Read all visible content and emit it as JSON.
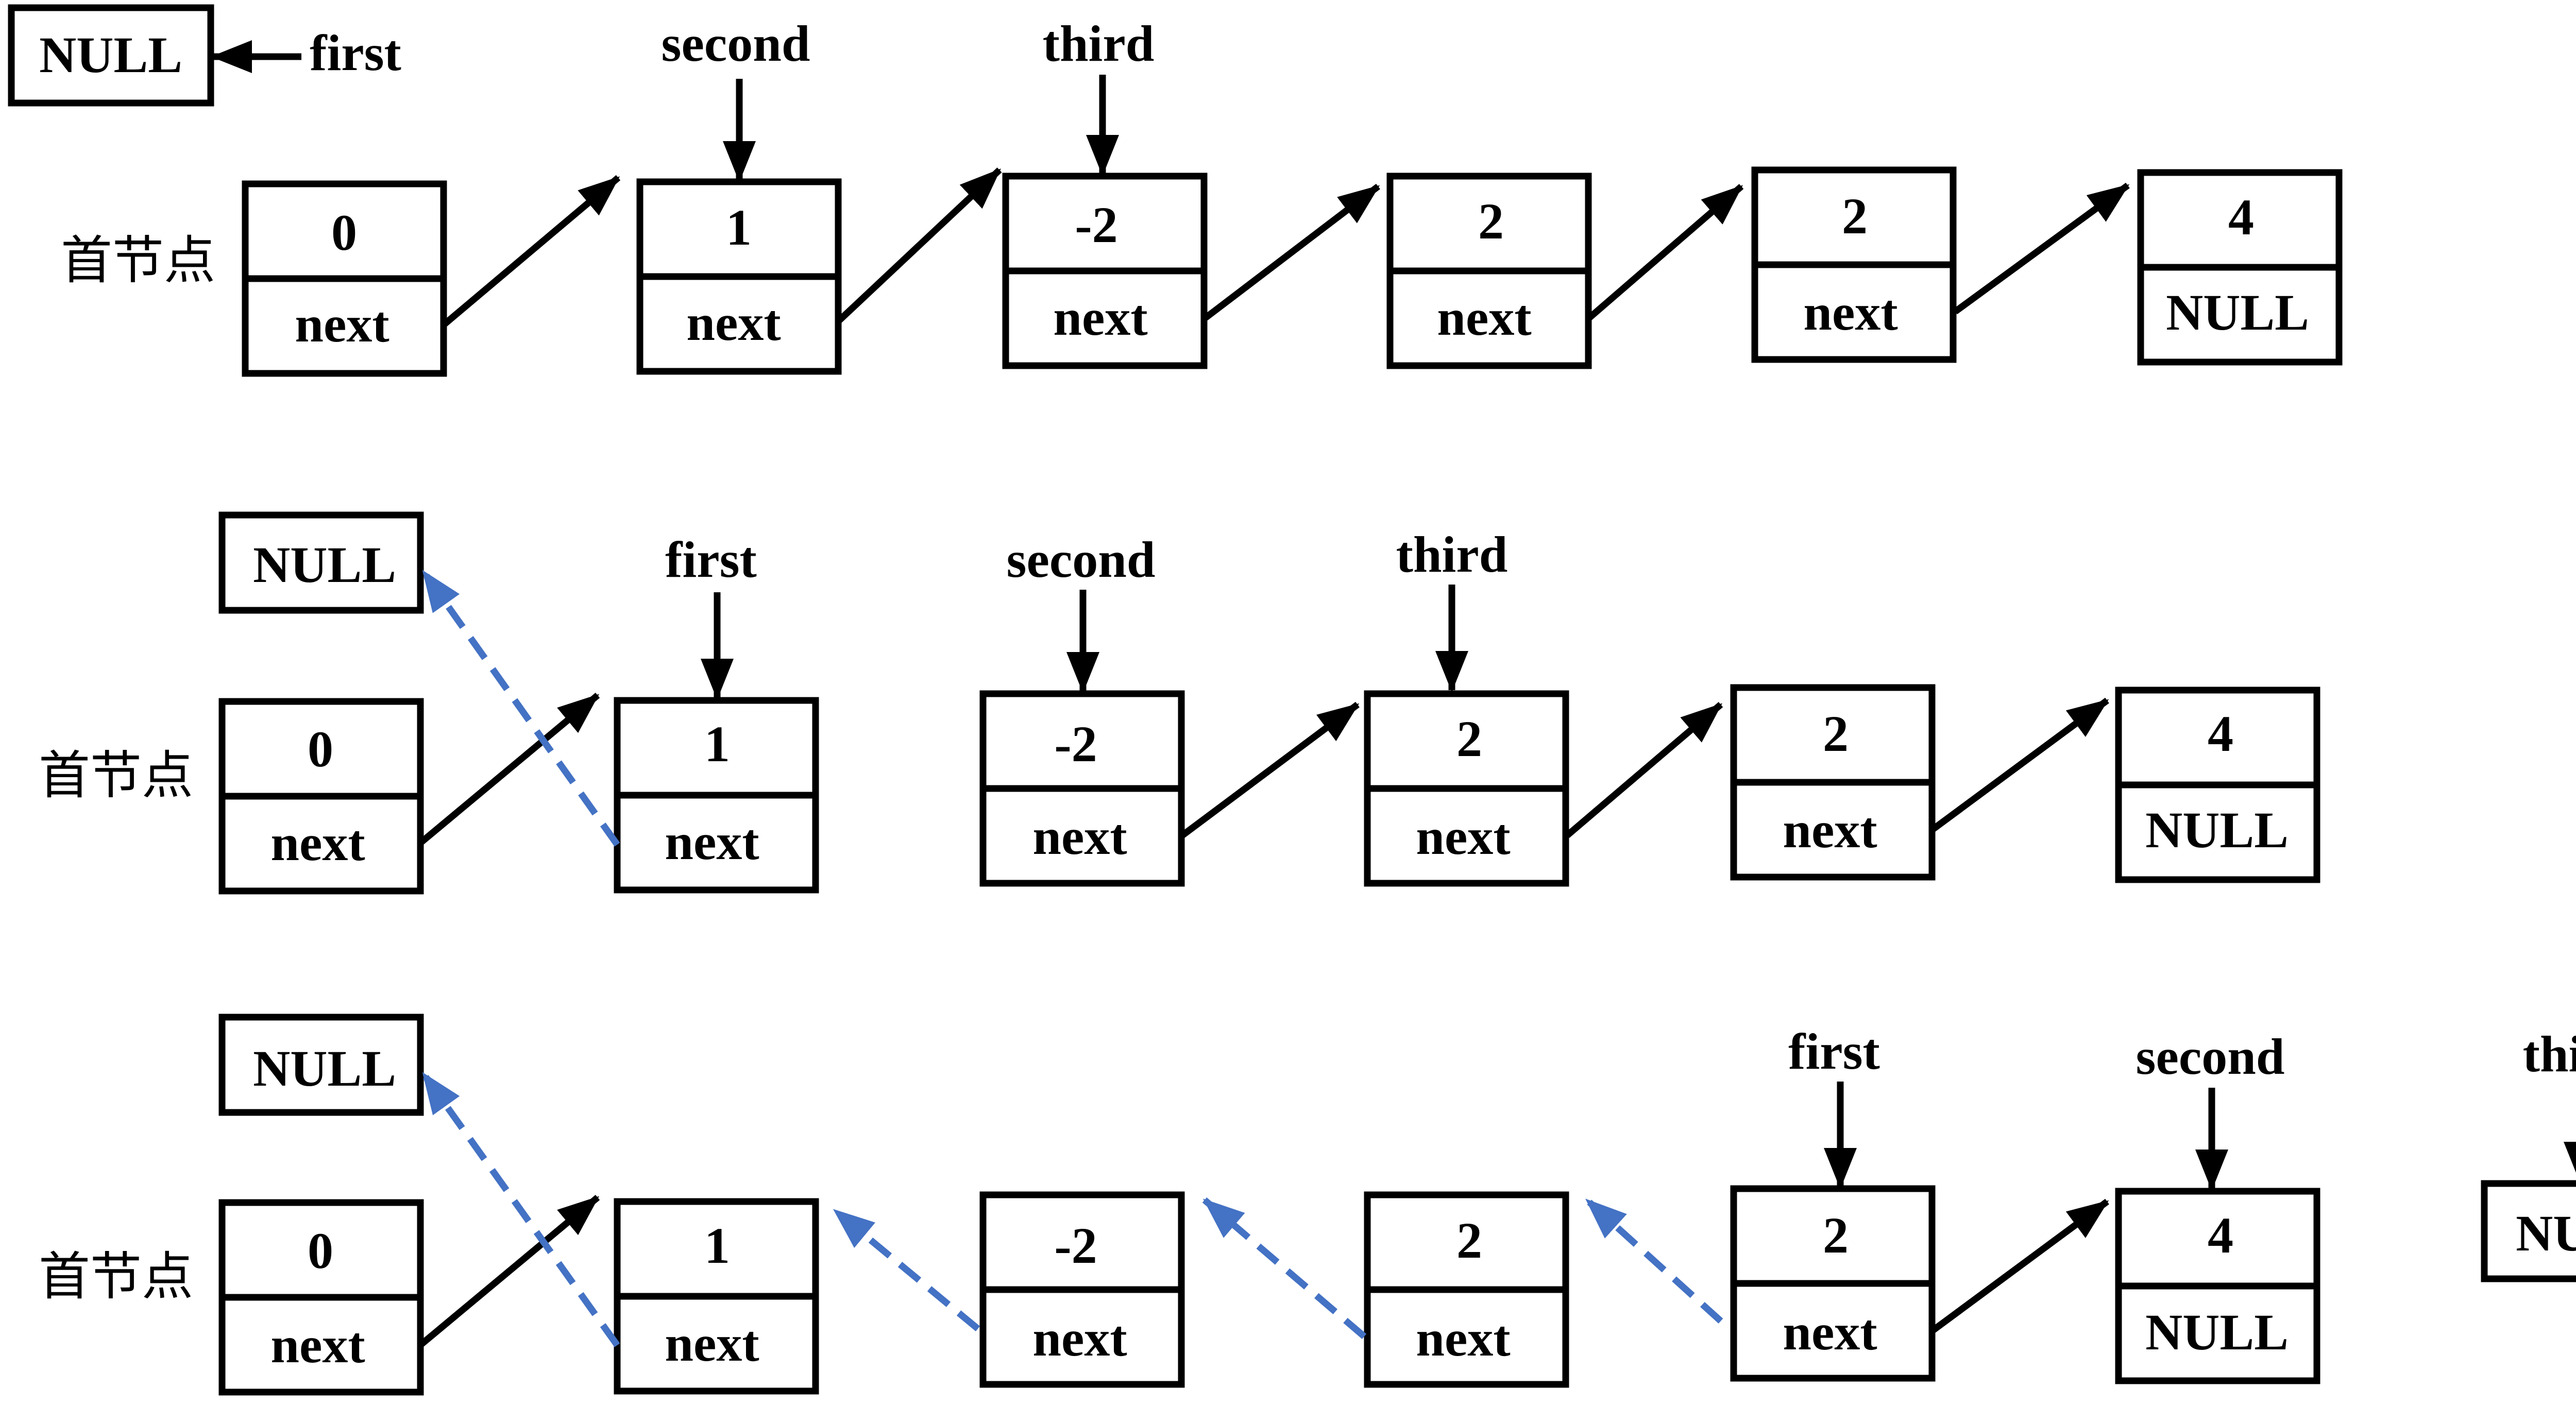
{
  "head_label": "首节点",
  "colors": {
    "line": "#000000",
    "reverse_arrow": "#4472C4",
    "background": "#ffffff"
  },
  "rows": [
    {
      "nodes": [
        {
          "value": "0",
          "next": "next"
        },
        {
          "value": "1",
          "next": "next"
        },
        {
          "value": "-2",
          "next": "next"
        },
        {
          "value": "2",
          "next": "next"
        },
        {
          "value": "2",
          "next": "next"
        },
        {
          "value": "4",
          "next": "NULL"
        }
      ],
      "null_box": "NULL",
      "pointers": {
        "first": "first",
        "second": "second",
        "third": "third"
      }
    },
    {
      "nodes": [
        {
          "value": "0",
          "next": "next"
        },
        {
          "value": "1",
          "next": "next"
        },
        {
          "value": "-2",
          "next": "next"
        },
        {
          "value": "2",
          "next": "next"
        },
        {
          "value": "2",
          "next": "next"
        },
        {
          "value": "4",
          "next": "NULL"
        }
      ],
      "null_box": "NULL",
      "pointers": {
        "first": "first",
        "second": "second",
        "third": "third"
      }
    },
    {
      "nodes": [
        {
          "value": "0",
          "next": "next"
        },
        {
          "value": "1",
          "next": "next"
        },
        {
          "value": "-2",
          "next": "next"
        },
        {
          "value": "2",
          "next": "next"
        },
        {
          "value": "2",
          "next": "next"
        },
        {
          "value": "4",
          "next": "NULL"
        }
      ],
      "null_box": "NULL",
      "tail_null_box": "NULL",
      "pointers": {
        "first": "first",
        "second": "second",
        "third": "third"
      }
    }
  ]
}
